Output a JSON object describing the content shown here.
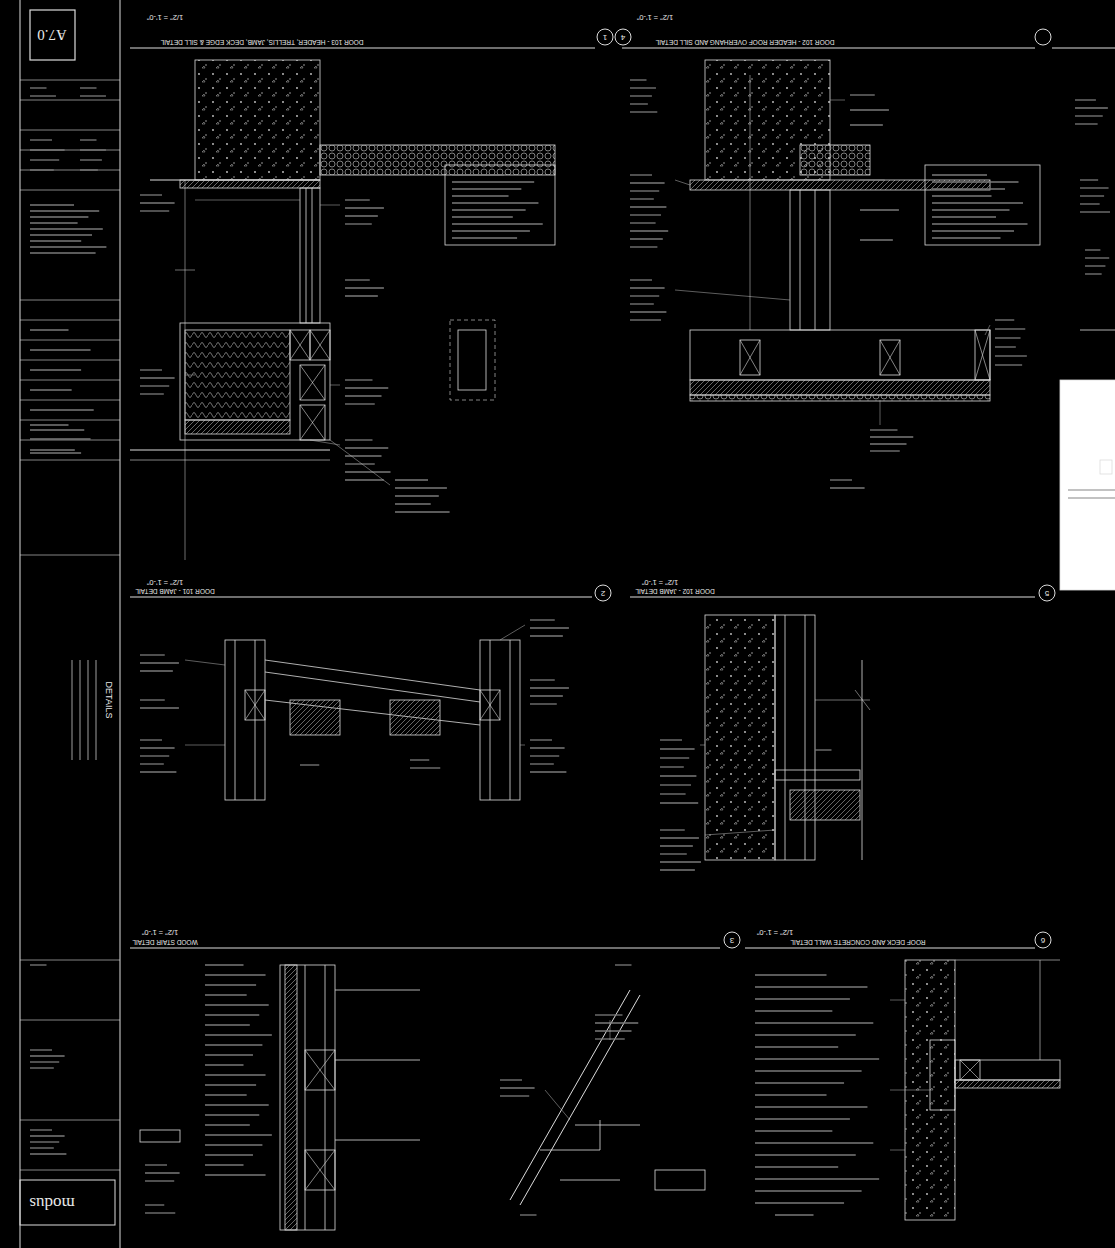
{
  "diagram": {
    "labels": [
      "A7.0",
      "DETAILS",
      "modus",
      "DOOR 103 - HEADER, TRELLIS, JAMB, DECK EDGE & SILL DETAIL",
      "1/2\" = 1'-0\"",
      "1",
      "DOOR 102 - HEADER ROOF OVERHANG AND SILL DETAIL",
      "1/2\" = 1'-0\"",
      "4",
      "DOOR 101 - JAMB DETAIL",
      "1/2\" = 1'-0\"",
      "2",
      "DOOR 102 - JAMB DETAIL",
      "1/2\" = 1'-0\"",
      "5",
      "WOOD STAIR DETAIL",
      "1/2\" = 1'-0\"",
      "3",
      "ROOF DECK AND CONCRETE WALL DETAIL",
      "1/2\" = 1'-0\"",
      "6"
    ]
  }
}
